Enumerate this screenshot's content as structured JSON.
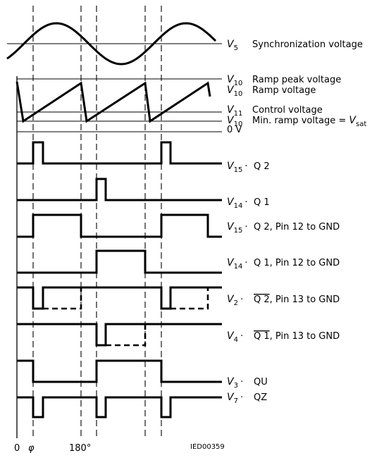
{
  "diagram": {
    "signals": [
      {
        "id": "v5",
        "sym": "V",
        "sub": "5",
        "sep": "",
        "desc": "Synchronization voltage"
      },
      {
        "id": "v10a",
        "sym": "V",
        "sub": "10",
        "sep": "",
        "desc": "Ramp peak voltage"
      },
      {
        "id": "v10b",
        "sym": "V",
        "sub": "10",
        "sep": "",
        "desc": "Ramp voltage"
      },
      {
        "id": "v11",
        "sym": "V",
        "sub": "11",
        "sep": "",
        "desc": "Control voltage"
      },
      {
        "id": "v10c",
        "sym": "V",
        "sub": "10",
        "sep": "",
        "desc": "Min. ramp voltage = ",
        "extra_sym": "V",
        "extra_sub": "sat"
      },
      {
        "id": "zero",
        "sym": "0 V",
        "sub": "",
        "sep": "",
        "desc": ""
      },
      {
        "id": "v15a",
        "sym": "V",
        "sub": "15",
        "sep": "·",
        "desc": "Q 2"
      },
      {
        "id": "v14a",
        "sym": "V",
        "sub": "14",
        "sep": "·",
        "desc": "Q 1"
      },
      {
        "id": "v15b",
        "sym": "V",
        "sub": "15",
        "sep": "·",
        "desc": "Q 2, Pin 12 to GND"
      },
      {
        "id": "v14b",
        "sym": "V",
        "sub": "14",
        "sep": "·",
        "desc": "Q 1, Pin 12 to GND"
      },
      {
        "id": "v2",
        "sym": "V",
        "sub": "2",
        "sep": "·",
        "over": "Q 2",
        "desc": ", Pin 13 to GND"
      },
      {
        "id": "v4",
        "sym": "V",
        "sub": "4",
        "sep": "·",
        "over": "Q 1",
        "desc": ", Pin 13 to GND"
      },
      {
        "id": "v3",
        "sym": "V",
        "sub": "3",
        "sep": "·",
        "desc": "QU"
      },
      {
        "id": "v7",
        "sym": "V",
        "sub": "7",
        "sep": "·",
        "desc": "QZ"
      }
    ],
    "x_axis": {
      "zero": "0",
      "phi": "φ",
      "deg180": "180°"
    },
    "ref_code": "IED00359"
  }
}
